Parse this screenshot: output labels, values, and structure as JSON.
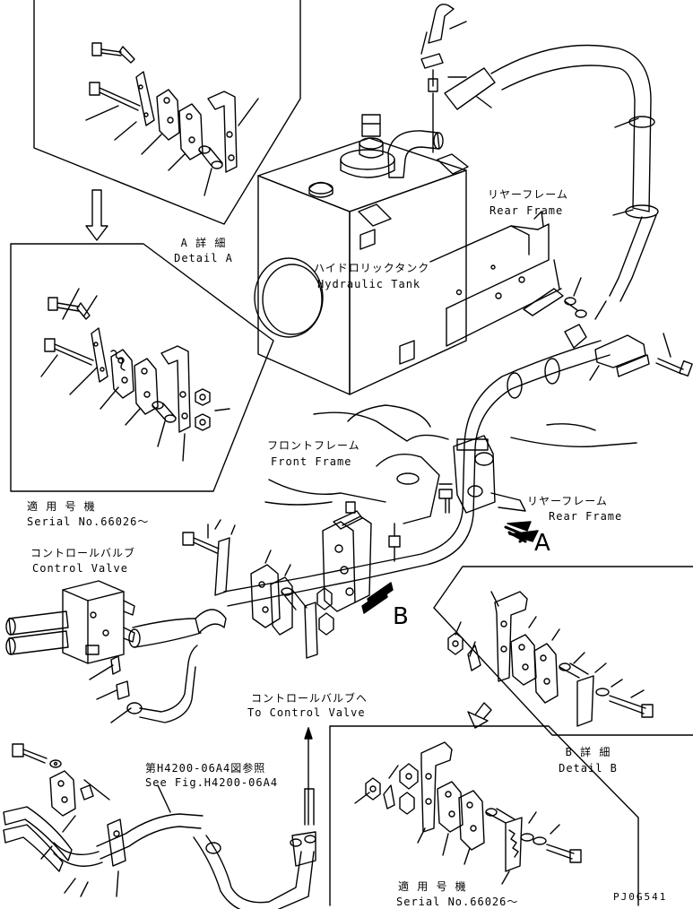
{
  "labels": {
    "detail_a_jp": "A 詳 細",
    "detail_a_en": "Detail A",
    "hyd_tank_jp": "ハイドロリックタンク",
    "hyd_tank_en": "Hydraulic Tank",
    "rear_frame1_jp": "リヤーフレーム",
    "rear_frame1_en": "Rear Frame",
    "front_frame_jp": "フロントフレーム",
    "front_frame_en": "Front Frame",
    "rear_frame2_jp": "リヤーフレーム",
    "rear_frame2_en": "Rear Frame",
    "serial1_jp": "適 用 号 機",
    "serial1_en": "Serial No.66026～",
    "control_valve_jp": "コントロールバルブ",
    "control_valve_en": "Control Valve",
    "view_a": "A",
    "view_b": "B",
    "to_cv_jp": "コントロールバルブヘ",
    "to_cv_en": "To Control Valve",
    "see_fig_jp": "第H4200-06A4図参照",
    "see_fig_en": "See Fig.H4200-06A4",
    "detail_b_jp": "B 詳 細",
    "detail_b_en": "Detail B",
    "serial2_jp": "適 用 号 機",
    "serial2_en": "Serial No.66026～",
    "drawing_code": "PJ0G541"
  }
}
